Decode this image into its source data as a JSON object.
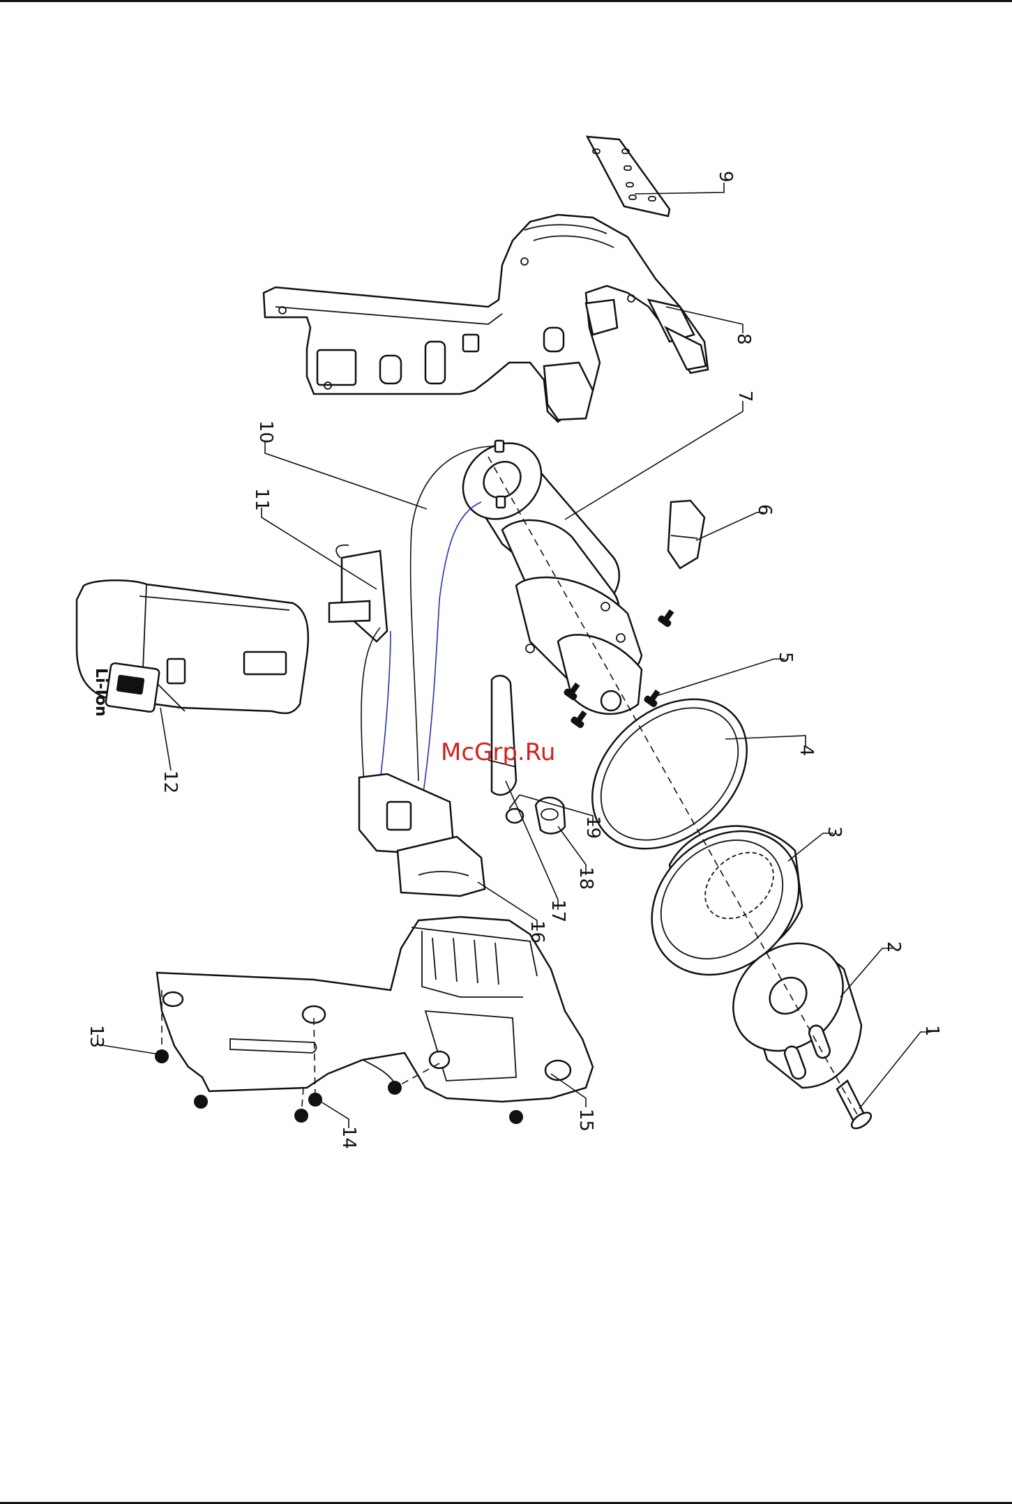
{
  "watermark": "McGrp.Ru",
  "callouts": [
    {
      "id": "c1",
      "label": "1"
    },
    {
      "id": "c2",
      "label": "2"
    },
    {
      "id": "c3",
      "label": "3"
    },
    {
      "id": "c4",
      "label": "4"
    },
    {
      "id": "c5",
      "label": "5"
    },
    {
      "id": "c6",
      "label": "6"
    },
    {
      "id": "c7",
      "label": "7"
    },
    {
      "id": "c8",
      "label": "8"
    },
    {
      "id": "c9",
      "label": "9"
    },
    {
      "id": "c10",
      "label": "10"
    },
    {
      "id": "c11",
      "label": "11"
    },
    {
      "id": "c12",
      "label": "12"
    },
    {
      "id": "c13",
      "label": "13"
    },
    {
      "id": "c14",
      "label": "14"
    },
    {
      "id": "c15",
      "label": "15"
    },
    {
      "id": "c16",
      "label": "16"
    },
    {
      "id": "c17",
      "label": "17"
    },
    {
      "id": "c18",
      "label": "18"
    },
    {
      "id": "c19",
      "label": "19"
    }
  ],
  "battery_label": "Li-Ion",
  "colors": {
    "watermark": "#cc2222",
    "wire_blue": "#2233aa",
    "ink": "#111111"
  }
}
